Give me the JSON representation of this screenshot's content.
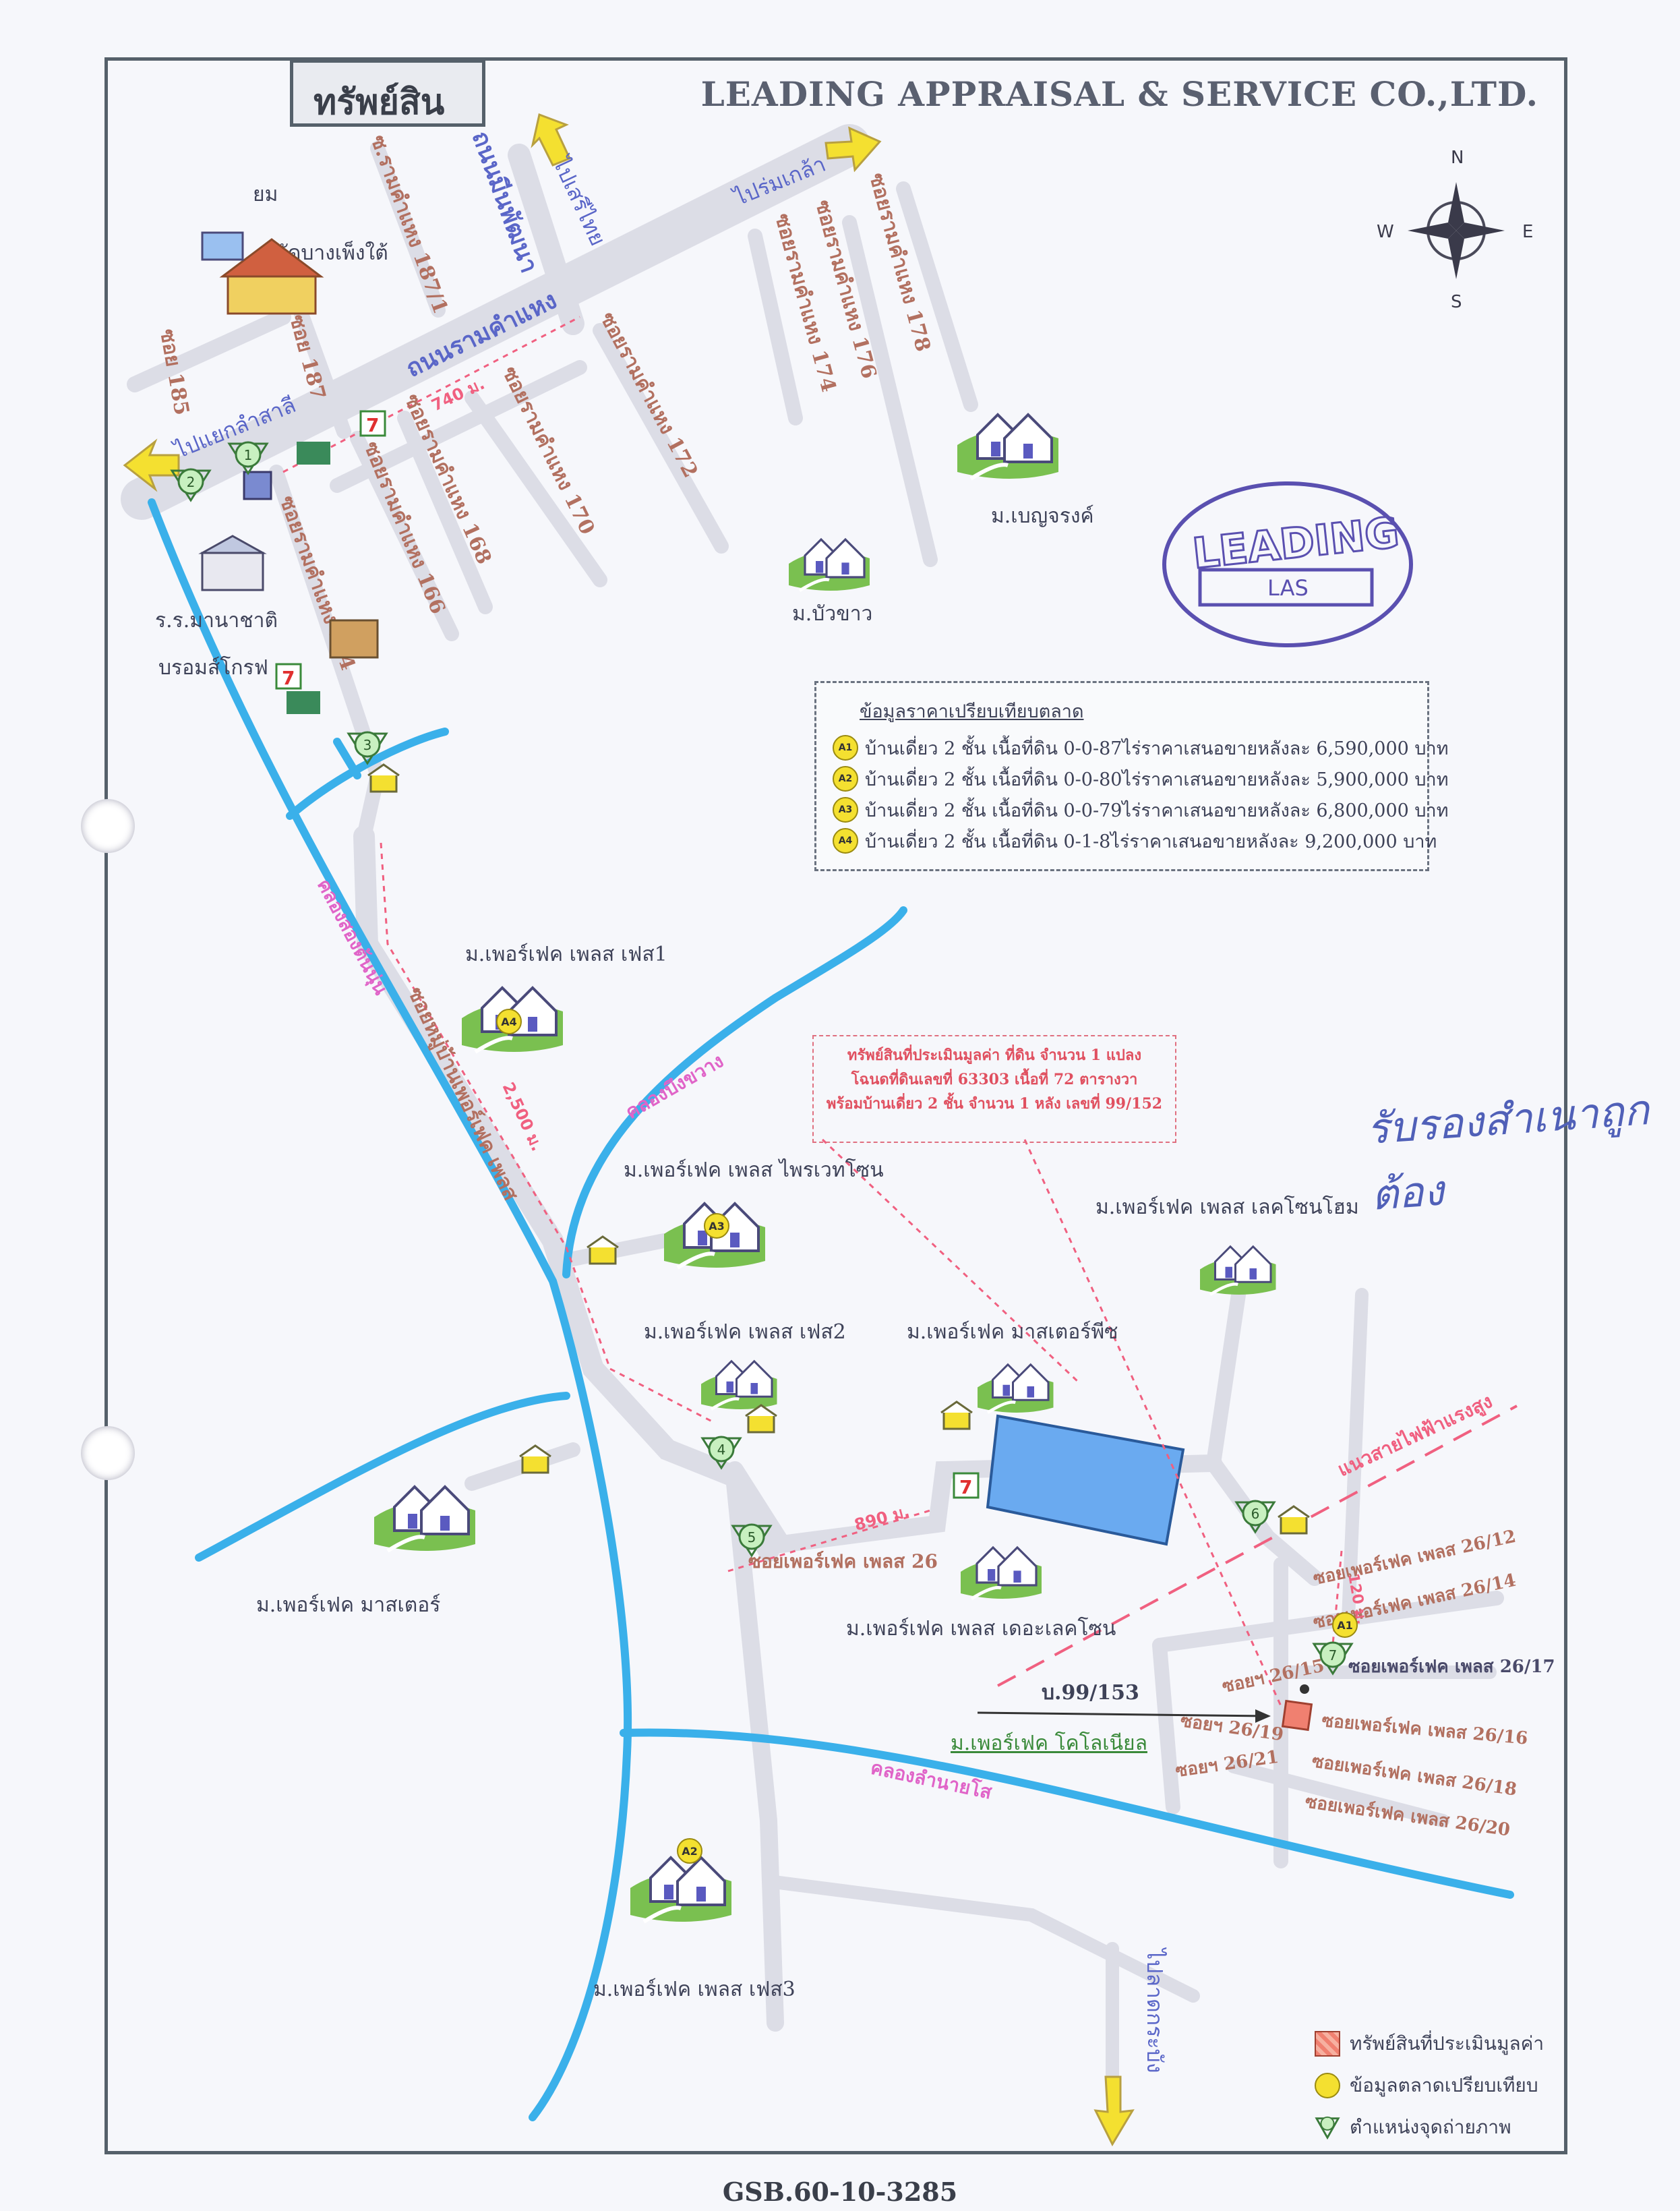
{
  "header": {
    "tab_label": "ทรัพย์สิน",
    "company": "LEADING APPRAISAL & SERVICE CO.,LTD.",
    "doc_no": "GSB.60-10-3285"
  },
  "compass": {
    "n": "N",
    "s": "S",
    "e": "E",
    "w": "W"
  },
  "stamp": {
    "text": "LEADING",
    "sub": "LAS"
  },
  "handwriting": {
    "line1": "รับรองสำเนาถูกต้อง",
    "line2": ""
  },
  "directions": {
    "to_ram_klao": "ไปร่มเกล้า",
    "to_seri_thai": "ไปเสรีไทย",
    "to_lam_sali": "ไปแยกลำสาลี",
    "to_khlong_lat": "ไปลาดกระบัง"
  },
  "roads": {
    "ramkhamhaeng": "ถนนรามคำแหง",
    "min_phatthana": "ถนนมีนพัฒนา",
    "soi_185": "ซอย 185",
    "soi_187": "ซอย 187",
    "soi_187_1": "ซ.รามคำแหง 187/1",
    "soi_164": "ซอยรามคำแหง 164",
    "soi_166": "ซอยรามคำแหง 166",
    "soi_168": "ซอยรามคำแหง 168",
    "soi_170": "ซอยรามคำแหง 170",
    "soi_172": "ซอยรามคำแหง 172",
    "soi_174": "ซอยรามคำแหง 174",
    "soi_176": "ซอยรามคำแหง 176",
    "soi_178": "ซอยรามคำแหง 178",
    "soi_perfect": "ซอยหมู่บ้านเพอร์เฟค เพลส",
    "soi_26": "ซอยเพอร์เฟค เพลส 26",
    "soi_26_12": "ซอยเพอร์เฟค เพลส 26/12",
    "soi_26_14": "ซอยเพอร์เฟค เพลส 26/14",
    "soi_26_15": "ซอยฯ 26/15",
    "soi_26_16": "ซอยเพอร์เฟค เพลส 26/16",
    "soi_26_17": "ซอยเพอร์เฟค เพลส 26/17",
    "soi_26_18": "ซอยเพอร์เฟค เพลส 26/18",
    "soi_26_19": "ซอยฯ 26/19",
    "soi_26_20": "ซอยเพอร์เฟค เพลส 26/20",
    "soi_26_21": "ซอยฯ 26/21",
    "power_line": "แนวสายไฟฟ้าแรงสูง"
  },
  "distances": {
    "d740": "740 ม.",
    "d2500": "2,500 ม.",
    "d890": "890 ม.",
    "d120": "120 ม."
  },
  "canals": {
    "canal1": "คลองลำนายโส",
    "canal2": "คลองบึงขวาง",
    "canal3": "คลองสองต้นนุ่น"
  },
  "places": {
    "temple_top": "ยม",
    "temple": "วัดบางเพ็งใต้",
    "school_1": "ร.ร.มานาชาติ",
    "school_2": "บรอมส์โกรฟ",
    "benjarong": "ม.เบญจรงค์",
    "bua_khao": "ม.บัวขาว",
    "phase1": "ม.เพอร์เฟค เพลส เฟส1",
    "private_zone": "ม.เพอร์เฟค เพลส ไพรเวทโซน",
    "lake_zone_home": "ม.เพอร์เฟค เพลส เลคโซนโฮม",
    "phase2": "ม.เพอร์เฟค เพลส เฟส2",
    "master_peach": "ม.เพอร์เฟค มาสเตอร์พีซ",
    "master": "ม.เพอร์เฟค มาสเตอร์",
    "the_lake_zone": "ม.เพอร์เฟค เพลส เดอะเลคโซน",
    "colonial": "ม.เพอร์เฟค โคโลเนียล",
    "phase3": "ม.เพอร์เฟค เพลส เฟส3",
    "subject_no": "บ.99/153"
  },
  "photo_points": [
    "1",
    "2",
    "3",
    "4",
    "5",
    "6",
    "7"
  ],
  "market_table": {
    "title": "ข้อมูลราคาเปรียบเทียบตลาด",
    "rows": [
      {
        "id": "A1",
        "desc": "บ้านเดี่ยว 2 ชั้น เนื้อที่ดิน 0-0-87",
        "unit": "ไร่",
        "price": "ราคาเสนอขายหลังละ 6,590,000 บาท"
      },
      {
        "id": "A2",
        "desc": "บ้านเดี่ยว 2 ชั้น เนื้อที่ดิน 0-0-80",
        "unit": "ไร่",
        "price": "ราคาเสนอขายหลังละ 5,900,000 บาท"
      },
      {
        "id": "A3",
        "desc": "บ้านเดี่ยว 2 ชั้น เนื้อที่ดิน 0-0-79",
        "unit": "ไร่",
        "price": "ราคาเสนอขายหลังละ 6,800,000 บาท"
      },
      {
        "id": "A4",
        "desc": "บ้านเดี่ยว 2 ชั้น เนื้อที่ดิน 0-1-8",
        "unit": "ไร่",
        "price": "ราคาเสนอขายหลังละ 9,200,000 บาท"
      }
    ]
  },
  "subject_info": {
    "line1": "ทรัพย์สินที่ประเมินมูลค่า ที่ดิน จำนวน 1 แปลง",
    "line2": "โฉนดที่ดินเลขที่ 63303 เนื้อที่ 72 ตารางวา",
    "line3": "พร้อมบ้านเดี่ยว 2 ชั้น จำนวน 1 หลัง เลขที่ 99/152"
  },
  "legend": {
    "subject": "ทรัพย์สินที่ประเมินมูลค่า",
    "comparable": "ข้อมูลตลาดเปรียบเทียบ",
    "photo": "ตำแหน่งจุดถ่ายภาพ"
  },
  "colors": {
    "road": "#dcdde6",
    "canal": "#3ab0ea",
    "road_label": "#b27060",
    "canal_label": "#e064c8",
    "subject": "#f08070",
    "badge": "#f4e030",
    "lake": "#6aaaf0"
  }
}
